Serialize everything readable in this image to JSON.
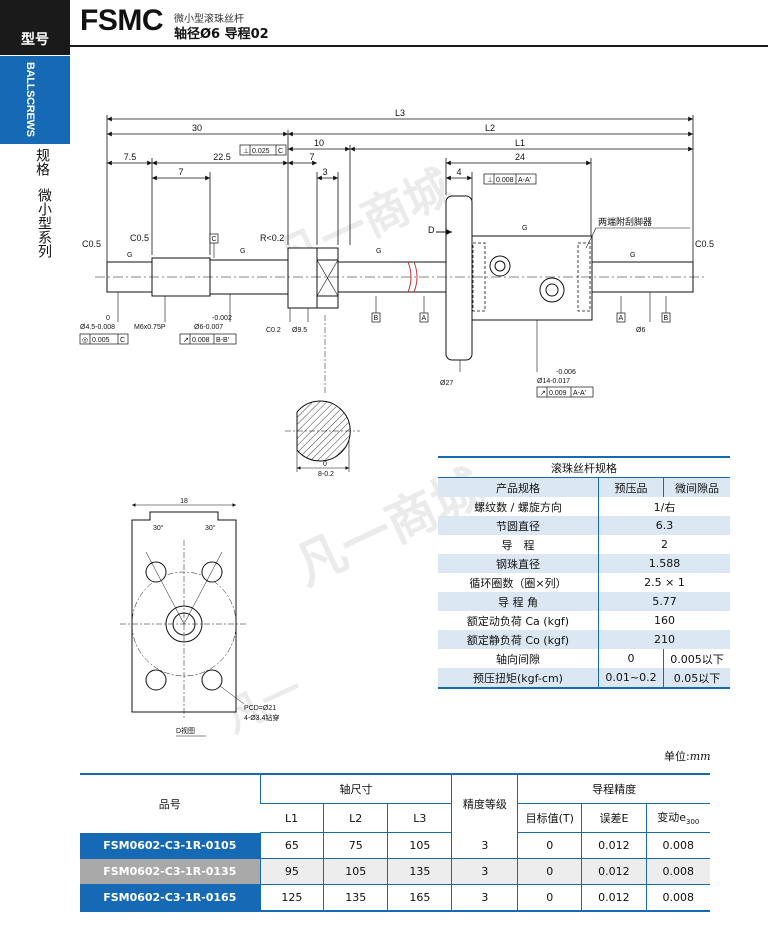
{
  "header": {
    "category_label": "型号",
    "model": "FSMC",
    "subtitle": "微小型滚珠丝杆",
    "spec": "轴径Ø6  导程02"
  },
  "side_tab": {
    "ballscrews": "BALLSCREWS",
    "category_a": "规格",
    "category_b": "微小型系列"
  },
  "drawing": {
    "dims": {
      "L3": "L3",
      "L2": "L2",
      "L1": "L1",
      "d30": "30",
      "d10": "10",
      "d24": "24",
      "d7_5": "7.5",
      "d22_5": "22.5",
      "d7a": "7",
      "d7b": "7",
      "d3": "3",
      "d4": "4",
      "c05a": "C0.5",
      "c05b": "C0.5",
      "c05c": "C0.5",
      "c02": "C0.2",
      "r02": "R<0.2",
      "dia4_5": "Ø4.5-0.008",
      "dia4_5_top": "0",
      "m6": "M6x0.75P",
      "dia6_tol": "-0.002",
      "dia6": "Ø6-0.007",
      "dia9_5": "Ø9.5",
      "dia6b": "Ø6",
      "dia27": "Ø27",
      "dia14_tol": "-0.006",
      "dia14": "Ø14-0.017",
      "d18": "18",
      "ang30a": "30°",
      "ang30b": "30°",
      "pcd": "PCD=Ø21",
      "holes": "4-Ø3.4钻穿",
      "d8": "8-0.2",
      "d8_top": "0",
      "D": "D",
      "scraper": "两端附刮脚器",
      "view_label": "D视图"
    },
    "tolerance_frames": {
      "perp1": "0.025",
      "perp1_ref": "C",
      "perp2": "0.008",
      "perp2_ref": "A-A'",
      "conc": "0.005",
      "conc_ref": "C",
      "runout1": "0.008",
      "runout1_ref": "B-B'",
      "runout2": "0.009",
      "runout2_ref": "A-A'"
    },
    "datums": {
      "A": "A",
      "B": "B",
      "C": "C",
      "G": "G"
    }
  },
  "spec_table": {
    "title": "滚珠丝杆规格",
    "headers": [
      "产品规格",
      "预压品",
      "微间隙品"
    ],
    "rows": [
      {
        "label": "螺纹数 / 螺旋方向",
        "value": "1/右"
      },
      {
        "label": "节圆直径",
        "value": "6.3"
      },
      {
        "label": "导　程",
        "value": "2"
      },
      {
        "label": "钢珠直径",
        "value": "1.588"
      },
      {
        "label": "循环圈数（圈×列）",
        "value": "2.5 × 1"
      },
      {
        "label": "导 程 角",
        "value": "5.77"
      },
      {
        "label": "额定动负荷 Ca (kgf)",
        "value": "160"
      },
      {
        "label": "额定静负荷 Co (kgf)",
        "value": "210"
      },
      {
        "label": "轴向间隙",
        "v1": "0",
        "v2": "0.005以下"
      },
      {
        "label": "预压扭矩(kgf-cm)",
        "v1": "0.01~0.2",
        "v2": "0.05以下"
      }
    ]
  },
  "unit": {
    "label": "单位:",
    "value": "mm"
  },
  "product_table": {
    "headers": {
      "part_no": "品号",
      "shaft": "轴尺寸",
      "grade": "精度等级",
      "lead": "导程精度",
      "L1": "L1",
      "L2": "L2",
      "L3": "L3",
      "target": "目标值(T)",
      "error": "误差E",
      "variation": "变动e",
      "variation_sub": "300"
    },
    "rows": [
      {
        "part": "FSM0602-C3-1R-0105",
        "L1": "65",
        "L2": "75",
        "L3": "105",
        "grade": "3",
        "T": "0",
        "E": "0.012",
        "e": "0.008"
      },
      {
        "part": "FSM0602-C3-1R-0135",
        "L1": "95",
        "L2": "105",
        "L3": "135",
        "grade": "3",
        "T": "0",
        "E": "0.012",
        "e": "0.008"
      },
      {
        "part": "FSM0602-C3-1R-0165",
        "L1": "125",
        "L2": "135",
        "L3": "165",
        "grade": "3",
        "T": "0",
        "E": "0.012",
        "e": "0.008"
      }
    ]
  },
  "colors": {
    "accent": "#1669b4",
    "header_dark": "#1a1a1a",
    "row_shade": "#dbe8f4",
    "gray_row": "#a9a9a9"
  }
}
